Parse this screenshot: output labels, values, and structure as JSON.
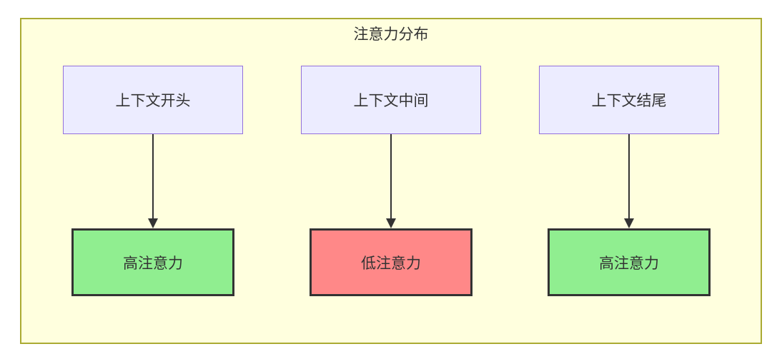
{
  "diagram": {
    "title": "注意力分布",
    "columns": [
      {
        "source": "上下文开头",
        "target": "高注意力",
        "level": "high"
      },
      {
        "source": "上下文中间",
        "target": "低注意力",
        "level": "low"
      },
      {
        "source": "上下文结尾",
        "target": "高注意力",
        "level": "high"
      }
    ]
  },
  "colors": {
    "canvas_bg": "#ffffff",
    "panel_fill": "#ffffde",
    "panel_border": "#aaaa33",
    "context_fill": "#ececff",
    "context_border": "#9370db",
    "high_fill": "#90ee90",
    "low_fill": "#ff8888",
    "result_border": "#333333",
    "arrow_color": "#333333",
    "text_color": "#333333"
  }
}
